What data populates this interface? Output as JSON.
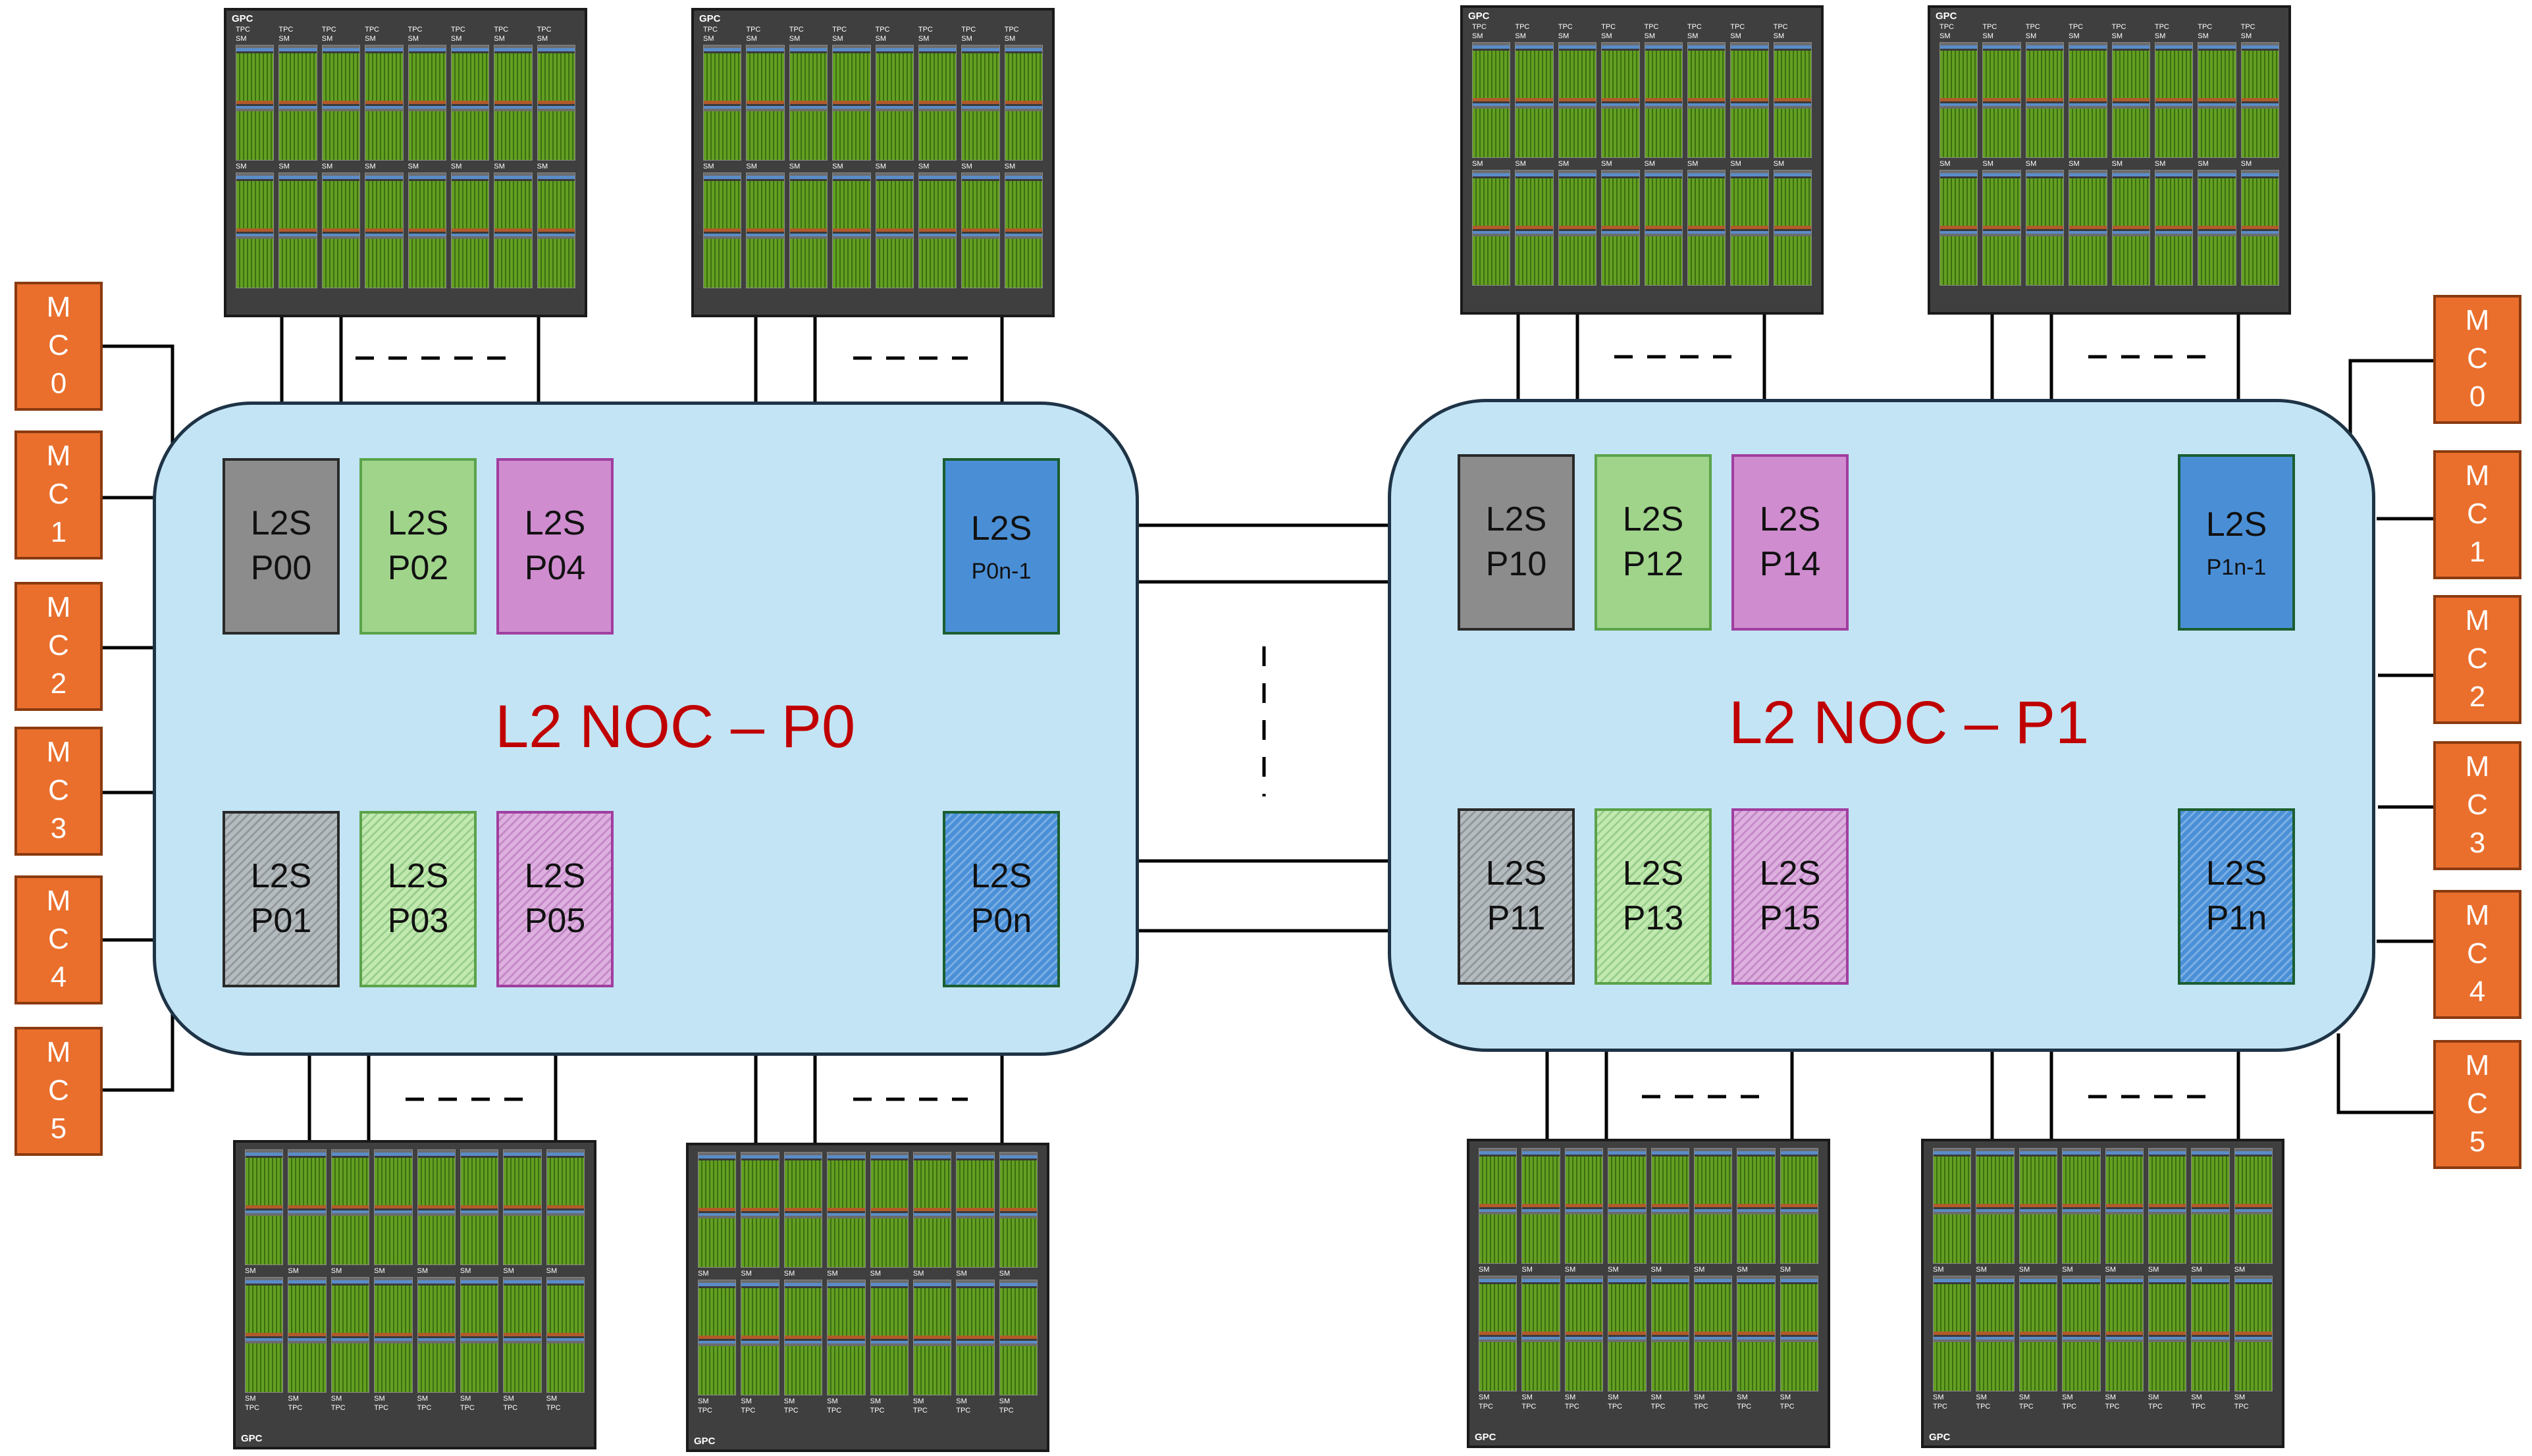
{
  "noc": [
    {
      "title": "L2 NOC – P0",
      "top_slices": [
        {
          "l1": "L2S",
          "l2": "P00",
          "color": "gray"
        },
        {
          "l1": "L2S",
          "l2": "P02",
          "color": "green"
        },
        {
          "l1": "L2S",
          "l2": "P04",
          "color": "pink"
        },
        {
          "l1": "L2S",
          "l2": "P0n-1",
          "color": "blue"
        }
      ],
      "bottom_slices": [
        {
          "l1": "L2S",
          "l2": "P01",
          "color": "gray"
        },
        {
          "l1": "L2S",
          "l2": "P03",
          "color": "green"
        },
        {
          "l1": "L2S",
          "l2": "P05",
          "color": "pink"
        },
        {
          "l1": "L2S",
          "l2": "P0n",
          "color": "blue"
        }
      ]
    },
    {
      "title": "L2 NOC – P1",
      "top_slices": [
        {
          "l1": "L2S",
          "l2": "P10",
          "color": "gray"
        },
        {
          "l1": "L2S",
          "l2": "P12",
          "color": "green"
        },
        {
          "l1": "L2S",
          "l2": "P14",
          "color": "pink"
        },
        {
          "l1": "L2S",
          "l2": "P1n-1",
          "color": "blue"
        }
      ],
      "bottom_slices": [
        {
          "l1": "L2S",
          "l2": "P11",
          "color": "gray"
        },
        {
          "l1": "L2S",
          "l2": "P13",
          "color": "green"
        },
        {
          "l1": "L2S",
          "l2": "P15",
          "color": "pink"
        },
        {
          "l1": "L2S",
          "l2": "P1n",
          "color": "blue"
        }
      ]
    }
  ],
  "memory_controllers": [
    {
      "letters": [
        "M",
        "C",
        "0"
      ]
    },
    {
      "letters": [
        "M",
        "C",
        "1"
      ]
    },
    {
      "letters": [
        "M",
        "C",
        "2"
      ]
    },
    {
      "letters": [
        "M",
        "C",
        "3"
      ]
    },
    {
      "letters": [
        "M",
        "C",
        "4"
      ]
    },
    {
      "letters": [
        "M",
        "C",
        "5"
      ]
    }
  ],
  "gpc": {
    "label": "GPC",
    "tpc_label": "TPC",
    "sm_label": "SM",
    "tpc_count": 8
  },
  "colors": {
    "noc_fill": "#c3e4f4",
    "noc_title": "#c00000",
    "mc_fill": "#ea6f2d",
    "slice_gray": "#8c8c8c",
    "slice_green": "#9fd48a",
    "slice_pink": "#cf8ccf",
    "slice_blue": "#4a8fd6"
  }
}
